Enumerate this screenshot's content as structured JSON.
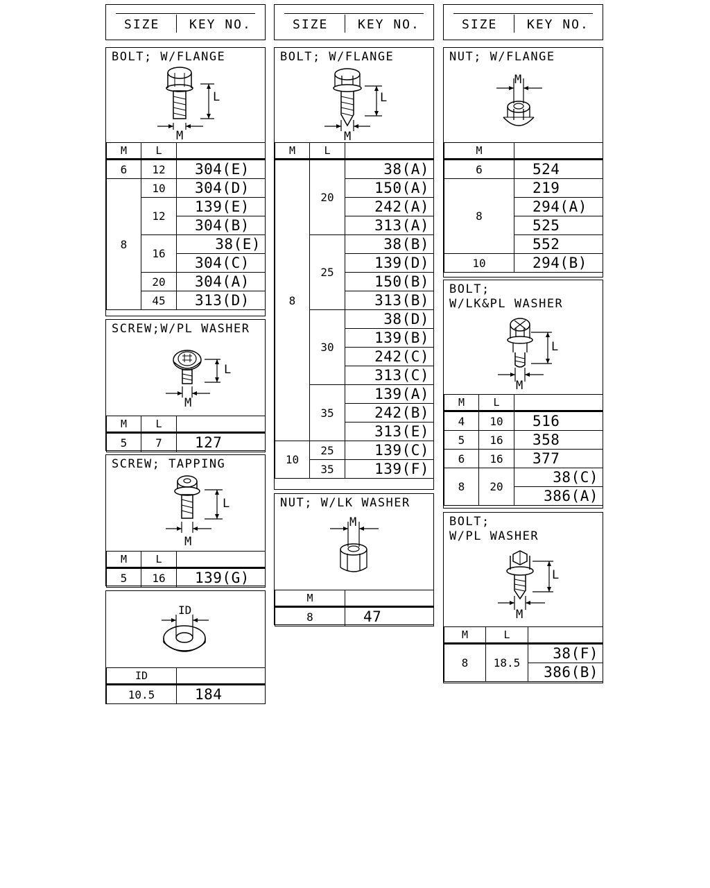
{
  "header": {
    "size_label": "SIZE",
    "key_label": "KEY NO."
  },
  "col1": {
    "bolt_flange": {
      "title": "BOLT; W/FLANGE",
      "dim_l": "L",
      "dim_m": "M",
      "head": [
        "M",
        "L",
        ""
      ],
      "rows": [
        {
          "m": "6",
          "l": "12",
          "key": "304(E)"
        },
        {
          "m": "8",
          "l": "10",
          "key": "304(D)"
        },
        {
          "l": "12",
          "key": "139(E)"
        },
        {
          "key": "304(B)"
        },
        {
          "l": "16",
          "key": "38(E)"
        },
        {
          "key": "304(C)"
        },
        {
          "l": "20",
          "key": "304(A)"
        },
        {
          "l": "45",
          "key": "313(D)"
        }
      ]
    },
    "screw_pl_washer": {
      "title": "SCREW;W/PL WASHER",
      "dim_l": "L",
      "dim_m": "M",
      "head": [
        "M",
        "L",
        ""
      ],
      "rows": [
        {
          "m": "5",
          "l": "7",
          "key": "127"
        }
      ]
    },
    "screw_tapping": {
      "title": "SCREW; TAPPING",
      "dim_l": "L",
      "dim_m": "M",
      "head": [
        "M",
        "L",
        ""
      ],
      "rows": [
        {
          "m": "5",
          "l": "16",
          "key": "139(G)"
        }
      ]
    },
    "washer": {
      "dim_id": "ID",
      "head": [
        "ID",
        ""
      ],
      "rows": [
        {
          "id": "10.5",
          "key": "184"
        }
      ]
    }
  },
  "col2": {
    "bolt_flange": {
      "title": "BOLT; W/FLANGE",
      "dim_l": "L",
      "dim_m": "M",
      "head": [
        "M",
        "L",
        ""
      ],
      "m8": "8",
      "m10": "10",
      "groups": [
        {
          "l": "20",
          "keys": [
            "38(A)",
            "150(A)",
            "242(A)",
            "313(A)"
          ]
        },
        {
          "l": "25",
          "keys": [
            "38(B)",
            "139(D)",
            "150(B)",
            "313(B)"
          ]
        },
        {
          "l": "30",
          "keys": [
            "38(D)",
            "139(B)",
            "242(C)",
            "313(C)"
          ]
        },
        {
          "l": "35",
          "keys": [
            "139(A)",
            "242(B)",
            "313(E)"
          ]
        }
      ],
      "groups10": [
        {
          "l": "25",
          "key": "139(C)"
        },
        {
          "l": "35",
          "key": "139(F)"
        }
      ]
    },
    "nut_lk_washer": {
      "title": "NUT; W/LK WASHER",
      "dim_m": "M",
      "head": [
        "M",
        ""
      ],
      "rows": [
        {
          "m": "8",
          "key": "47"
        }
      ]
    }
  },
  "col3": {
    "nut_flange": {
      "title": "NUT; W/FLANGE",
      "dim_m": "M",
      "head": [
        "M",
        ""
      ],
      "m6": "6",
      "k6": "524",
      "m8": "8",
      "k8": [
        "219",
        "294(A)",
        "525",
        "552"
      ],
      "m10": "10",
      "k10": "294(B)"
    },
    "bolt_lk_pl": {
      "title": "BOLT;\nW/LK&PL WASHER",
      "dim_l": "L",
      "dim_m": "M",
      "head": [
        "M",
        "L",
        ""
      ],
      "rows": [
        {
          "m": "4",
          "l": "10",
          "key": "516"
        },
        {
          "m": "5",
          "l": "16",
          "key": "358"
        },
        {
          "m": "6",
          "l": "16",
          "key": "377"
        }
      ],
      "m8": "8",
      "l8": "20",
      "k8": [
        "38(C)",
        "386(A)"
      ]
    },
    "bolt_pl": {
      "title": "BOLT;\nW/PL WASHER",
      "dim_l": "L",
      "dim_m": "M",
      "head": [
        "M",
        "L",
        ""
      ],
      "m": "8",
      "l": "18.5",
      "keys": [
        "38(F)",
        "386(B)"
      ]
    }
  }
}
